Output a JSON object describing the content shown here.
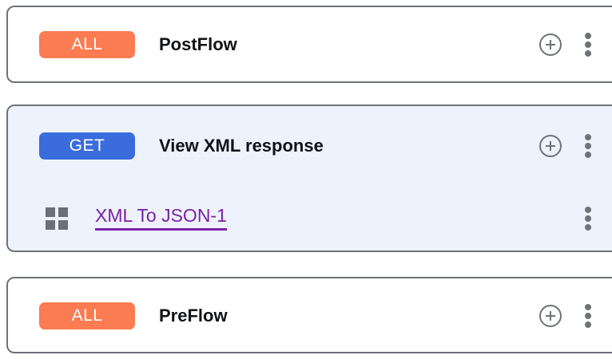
{
  "page": {
    "background": "#ffffff",
    "border_color": "#6e7279",
    "selected_background": "#eef2fc"
  },
  "colors": {
    "badge_all": "#fb7b52",
    "badge_get": "#3a6cdc",
    "link_purple": "#7b21a8",
    "icon_gray": "#6e7279",
    "title_text": "#111215"
  },
  "flows": [
    {
      "id": "postflow",
      "badge": "ALL",
      "badge_type": "all",
      "title": "PostFlow",
      "selected": false,
      "add_icon": "plus-circle-icon",
      "menu_icon": "kebab-menu-icon",
      "steps": []
    },
    {
      "id": "view-xml-response",
      "badge": "GET",
      "badge_type": "get",
      "title": "View XML response",
      "selected": true,
      "add_icon": "plus-circle-icon",
      "menu_icon": "kebab-menu-icon",
      "steps": [
        {
          "id": "xml-to-json-1",
          "icon": "grid-policy-icon",
          "label": "XML To JSON-1",
          "menu_icon": "kebab-menu-icon"
        }
      ]
    },
    {
      "id": "preflow",
      "badge": "ALL",
      "badge_type": "all",
      "title": "PreFlow",
      "selected": false,
      "add_icon": "plus-circle-icon",
      "menu_icon": "kebab-menu-icon",
      "steps": []
    }
  ]
}
